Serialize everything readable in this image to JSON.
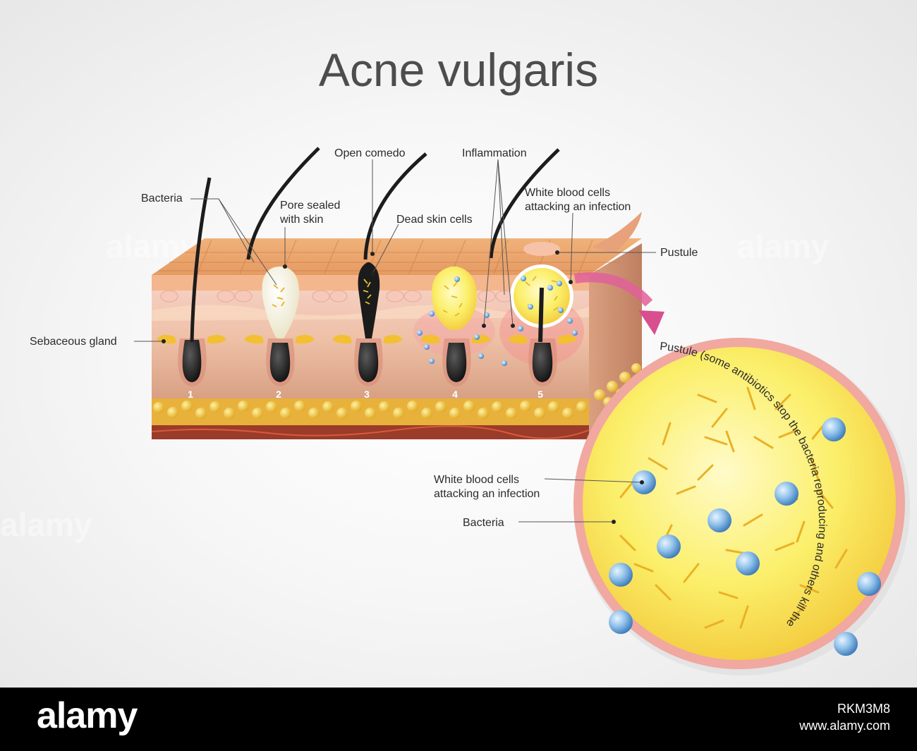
{
  "title": "Acne vulgaris",
  "labels": {
    "bacteria": "Bacteria",
    "pore_sealed_1": "Pore sealed",
    "pore_sealed_2": "with skin",
    "open_comedo": "Open comedo",
    "dead_skin_cells": "Dead skin cells",
    "inflammation": "Inflammation",
    "wbc_top_1": "White blood cells",
    "wbc_top_2": "attacking an infection",
    "pustule": "Pustule",
    "sebaceous_gland": "Sebaceous gland",
    "wbc_zoom_1": "White blood cells",
    "wbc_zoom_2": "attacking an infection",
    "bacteria_zoom": "Bacteria",
    "pustule_arc": "Pustule (some antibiotics stop the bacteria reproducing and others kill the bacteria)"
  },
  "stages": [
    "1",
    "2",
    "3",
    "4",
    "5"
  ],
  "watermark": "alamy",
  "footer": {
    "logo": "alamy",
    "image_id": "RKM3M8",
    "url": "www.alamy.com"
  },
  "colors": {
    "skin_top": "#e8a46a",
    "dermis": "#f3c3b6",
    "fat": "#f2c230",
    "hair": "#1c1c1c",
    "pus": "#f7ee62",
    "wbc": "#7fb3e0",
    "arrow": "#e0609a"
  }
}
